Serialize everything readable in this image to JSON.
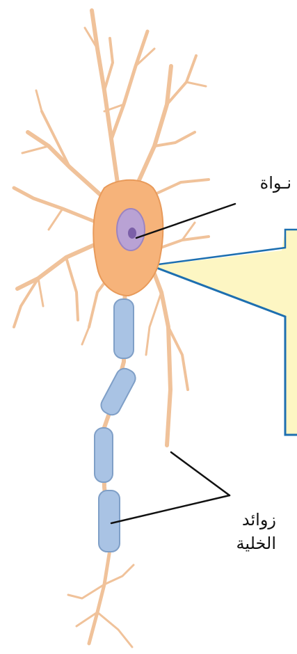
{
  "labels": {
    "nucleus": "نـواة",
    "processes_line1": "زوائد",
    "processes_line2": "الخلية"
  },
  "colors": {
    "cell_body": "#f6b37a",
    "cell_outline": "#e89a5a",
    "dendrite": "#f0c29a",
    "nucleus": "#b9a2d4",
    "nucleolus": "#7b5fa8",
    "myelin": "#a9c3e4",
    "myelin_outline": "#7f9fc7",
    "callout_fill": "#fdf6c3",
    "callout_border": "#1d6fb0",
    "leader_line": "#111111"
  }
}
